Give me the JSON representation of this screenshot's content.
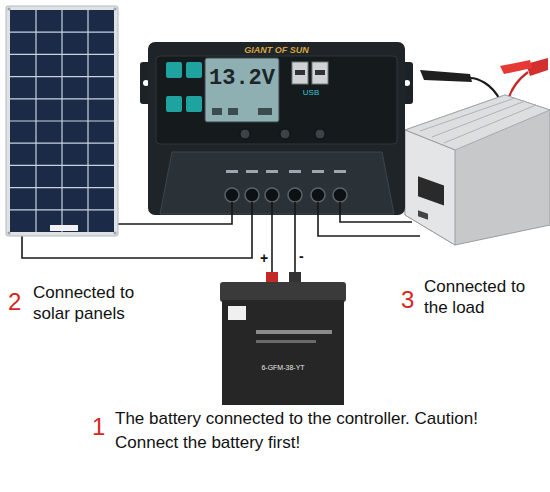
{
  "diagram": {
    "nodes": [
      {
        "text": [
          "GIANT OF SUN"
        ]
      },
      {
        "text": [
          "6-GFM-38-YT"
        ]
      }
    ],
    "edges": [
      {
        "from": 0,
        "to": 1,
        "arrow": "none",
        "label": "+"
      },
      {
        "from": 0,
        "to": 1,
        "arrow": "none",
        "label": "-"
      }
    ],
    "labels": [
      "13.2V",
      "USB",
      "2",
      "Connected to solar panels",
      "3",
      "Connected to the load",
      "1",
      "The battery connected to the controller. Caution! Connect the battery first!"
    ]
  }
}
